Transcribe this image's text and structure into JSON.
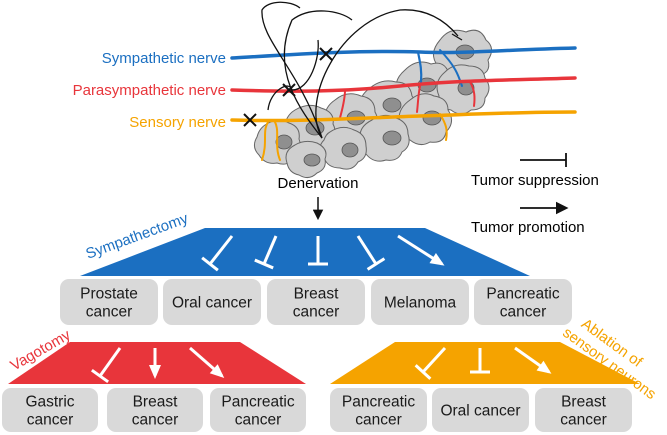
{
  "colors": {
    "sympathetic": "#1b6fc1",
    "parasympathetic": "#e8353b",
    "sensory": "#f5a300",
    "box": "#d9d9d9",
    "cell": "#c9c9c9",
    "nucleus": "#8f8f8f"
  },
  "nerves": {
    "sympathetic": "Sympathetic nerve",
    "parasympathetic": "Parasympathetic nerve",
    "sensory": "Sensory  nerve"
  },
  "denervation": "Denervation",
  "legend": {
    "suppression": "Tumor suppression",
    "promotion": "Tumor promotion"
  },
  "groups": {
    "sympathectomy": {
      "label": "Sympathectomy",
      "arrows": [
        "suppression",
        "suppression",
        "suppression",
        "suppression",
        "promotion"
      ],
      "cancers": [
        [
          "Prostate",
          "cancer"
        ],
        [
          "Oral cancer"
        ],
        [
          "Breast",
          "cancer"
        ],
        [
          "Melanoma"
        ],
        [
          "Pancreatic",
          "cancer"
        ]
      ]
    },
    "vagotomy": {
      "label": "Vagotomy",
      "arrows": [
        "suppression",
        "promotion",
        "promotion"
      ],
      "cancers": [
        [
          "Gastric",
          "cancer"
        ],
        [
          "Breast",
          "cancer"
        ],
        [
          "Pancreatic",
          "cancer"
        ]
      ]
    },
    "sensory_ablation": {
      "label_lines": [
        "Ablation of",
        "sensory neurons"
      ],
      "arrows": [
        "suppression",
        "suppression",
        "promotion"
      ],
      "cancers": [
        [
          "Pancreatic",
          "cancer"
        ],
        [
          "Oral cancer"
        ],
        [
          "Breast",
          "cancer"
        ]
      ]
    }
  }
}
